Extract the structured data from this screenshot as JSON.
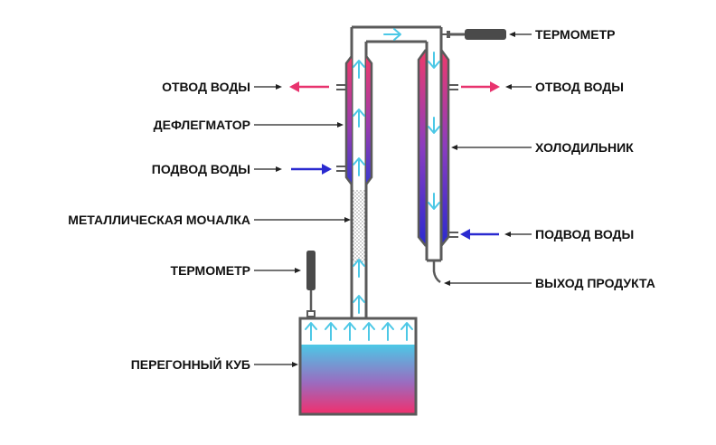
{
  "labels": {
    "thermometer_top": "ТЕРМОМЕТР",
    "water_out_left": "ОТВОД ВОДЫ",
    "water_out_right": "ОТВОД ВОДЫ",
    "dephlegmator": "ДЕФЛЕГМАТОР",
    "condenser": "ХОЛОДИЛЬНИК",
    "water_in_left": "ПОДВОД ВОДЫ",
    "water_in_right": "ПОДВОД ВОДЫ",
    "metal_scrubber": "МЕТАЛЛИЧЕСКАЯ МОЧАЛКА",
    "product_out": "ВЫХОД ПРОДУКТА",
    "thermometer_left": "ТЕРМОМЕТР",
    "still_pot": "ПЕРЕГОННЫЙ КУБ"
  },
  "colors": {
    "pipe": "#5a5a5a",
    "hot": "#e8336e",
    "cold": "#2a2ad0",
    "vapor_arrow": "#4cc8e6",
    "liquid_top": "#4cc8e6",
    "liquid_bottom": "#f0306e",
    "thermometer": "#4a4a4a"
  }
}
